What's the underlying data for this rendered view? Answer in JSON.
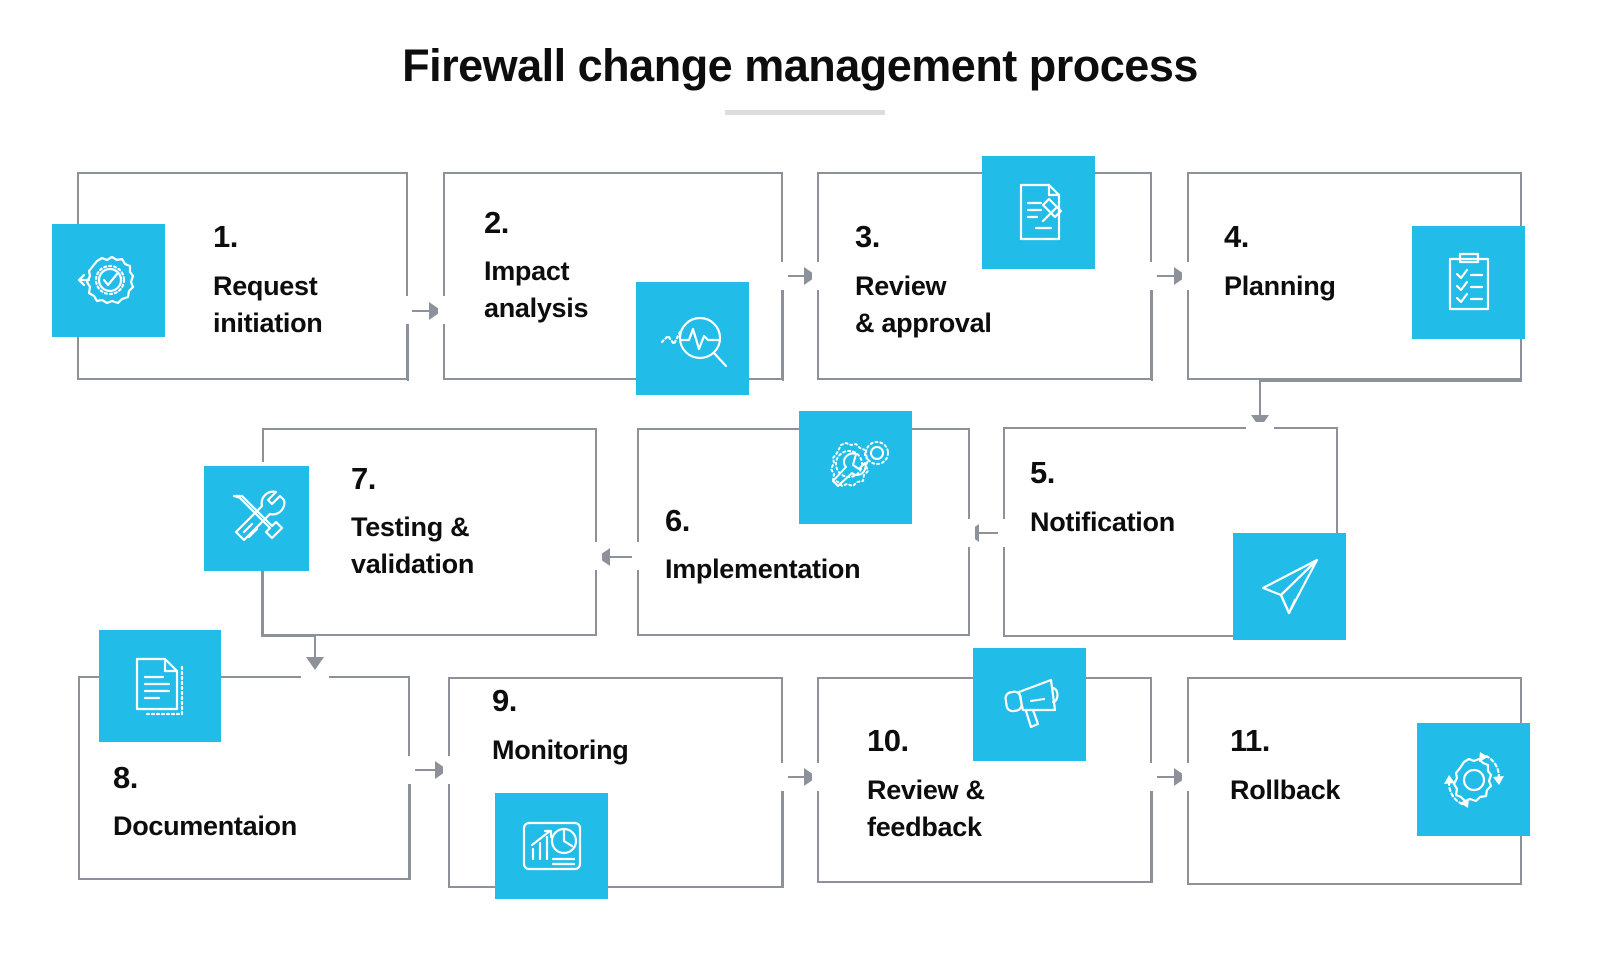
{
  "title": "Firewall change management process",
  "accent_color": "#22bce8",
  "line_color": "#8d9199",
  "text_color": "#0d0d0d",
  "rule_color": "#dddddd",
  "steps": [
    {
      "num": "1.",
      "label": "Request\ninitiation",
      "icon": "gear-check-arrow-icon"
    },
    {
      "num": "2.",
      "label": "Impact\nanalysis",
      "icon": "pulse-magnifier-icon"
    },
    {
      "num": "3.",
      "label": "Review\n& approval",
      "icon": "document-gavel-icon"
    },
    {
      "num": "4.",
      "label": "Planning",
      "icon": "clipboard-checklist-icon"
    },
    {
      "num": "5.",
      "label": "Notification",
      "icon": "paper-plane-icon"
    },
    {
      "num": "6.",
      "label": "Implementation",
      "icon": "wrench-gears-icon"
    },
    {
      "num": "7.",
      "label": "Testing &\nvalidation",
      "icon": "crossed-tools-icon"
    },
    {
      "num": "8.",
      "label": "Documentaion",
      "icon": "document-pages-icon"
    },
    {
      "num": "9.",
      "label": "Monitoring",
      "icon": "dashboard-chart-icon"
    },
    {
      "num": "10.",
      "label": "Review &\nfeedback",
      "icon": "megaphone-icon"
    },
    {
      "num": "11.",
      "label": "Rollback",
      "icon": "gear-refresh-icon"
    }
  ]
}
